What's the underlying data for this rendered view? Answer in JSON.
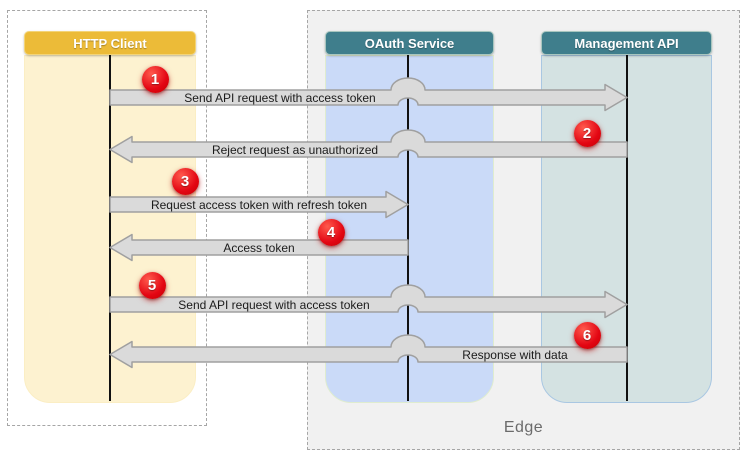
{
  "diagram": {
    "actors": [
      {
        "id": "http-client",
        "label": "HTTP Client",
        "header_color": "#ecbb38",
        "header_border": "#f3d478",
        "lane_color": "#fdf2d0",
        "lane_border": "#fbeec4"
      },
      {
        "id": "oauth-service",
        "label": "OAuth Service",
        "header_color": "#3f7e8c",
        "header_border": "#a8c6bf",
        "lane_color": "#cadaf8",
        "lane_border": "#dfeccf"
      },
      {
        "id": "management-api",
        "label": "Management API",
        "header_color": "#3f7e8c",
        "header_border": "#a8c6bf",
        "lane_color": "#d4e2e2",
        "lane_border": "#a9c7e2"
      }
    ],
    "groups": {
      "edge": {
        "label": "Edge"
      }
    },
    "messages": [
      {
        "step": "1",
        "label": "Send API request with access token",
        "from": "http-client",
        "to": "management-api"
      },
      {
        "step": "2",
        "label": "Reject request as unauthorized",
        "from": "management-api",
        "to": "http-client"
      },
      {
        "step": "3",
        "label": "Request access token with refresh token",
        "from": "http-client",
        "to": "oauth-service"
      },
      {
        "step": "4",
        "label": "Access token",
        "from": "oauth-service",
        "to": "http-client"
      },
      {
        "step": "5",
        "label": "Send API request with access token",
        "from": "http-client",
        "to": "management-api"
      },
      {
        "step": "6",
        "label": "Response with data",
        "from": "management-api",
        "to": "http-client"
      }
    ],
    "colors": {
      "arrow_fill": "#dadada",
      "arrow_stroke": "#a0a0a0",
      "label_text": "#1b1b1b",
      "badge": "#e30613",
      "badge_text": "#ffffff",
      "lifeline": "#111111",
      "group_border": "#a6a6a6",
      "edge_bg": "#f1f1f1",
      "edge_label_text": "#6b6b6b",
      "canvas_bg": "#ffffff"
    }
  }
}
